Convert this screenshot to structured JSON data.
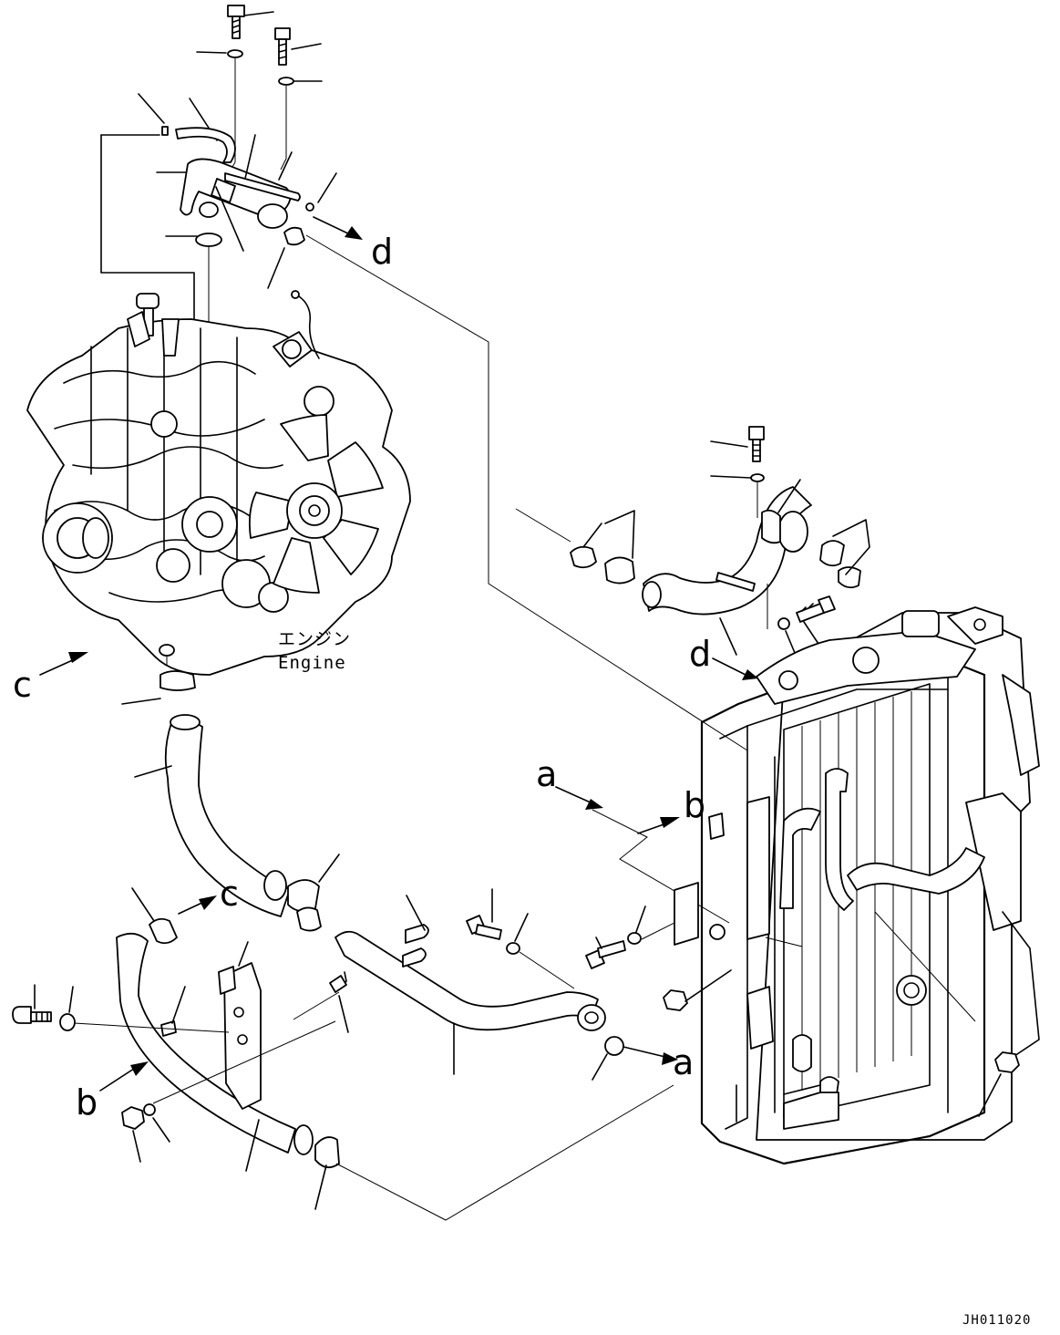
{
  "diagram": {
    "engine_label_jp": "エンジン",
    "engine_label_en": "Engine",
    "drawing_code": "JH011020",
    "callouts": {
      "a": "a",
      "b": "b",
      "c": "c",
      "d": "d"
    }
  }
}
